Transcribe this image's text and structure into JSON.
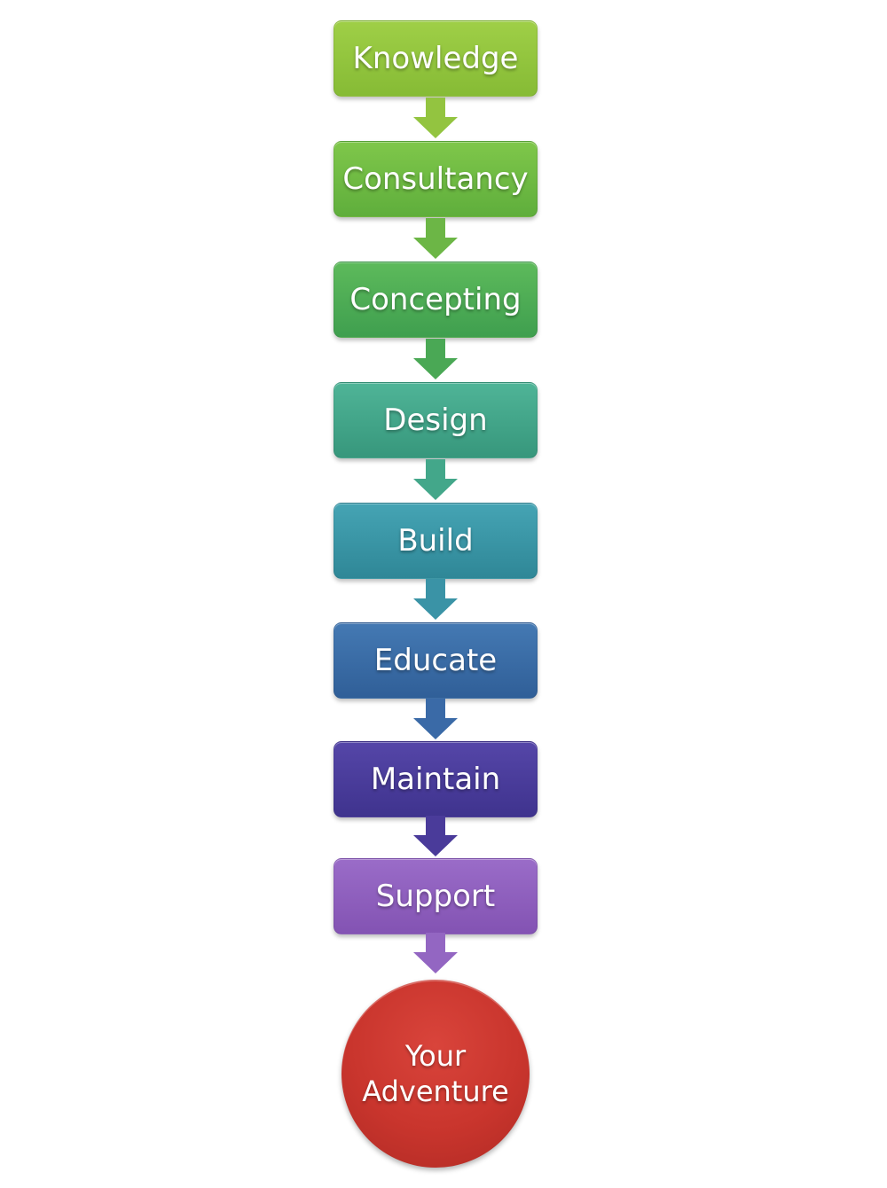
{
  "steps": [
    {
      "label": "Knowledge",
      "color_top": "#9fcf47",
      "color_bottom": "#86bb35"
    },
    {
      "label": "Consultancy",
      "color_top": "#7fc74a",
      "color_bottom": "#5fae3c"
    },
    {
      "label": "Concepting",
      "color_top": "#5dba5b",
      "color_bottom": "#3f9f4f"
    },
    {
      "label": "Design",
      "color_top": "#4fb497",
      "color_bottom": "#37977c"
    },
    {
      "label": "Build",
      "color_top": "#45a4b4",
      "color_bottom": "#2f8797"
    },
    {
      "label": "Educate",
      "color_top": "#4479b3",
      "color_bottom": "#305f98"
    },
    {
      "label": "Maintain",
      "color_top": "#5546a8",
      "color_bottom": "#3f338e"
    },
    {
      "label": "Support",
      "color_top": "#9a6cc8",
      "color_bottom": "#8353b3"
    }
  ],
  "arrow_colors": [
    "#93c440",
    "#6cb646",
    "#4aa855",
    "#43a78a",
    "#3a93a6",
    "#3a6aa7",
    "#4a3b9a",
    "#9366c2"
  ],
  "end": {
    "line1": "Your",
    "line2": "Adventure",
    "color": "#c9352d"
  }
}
